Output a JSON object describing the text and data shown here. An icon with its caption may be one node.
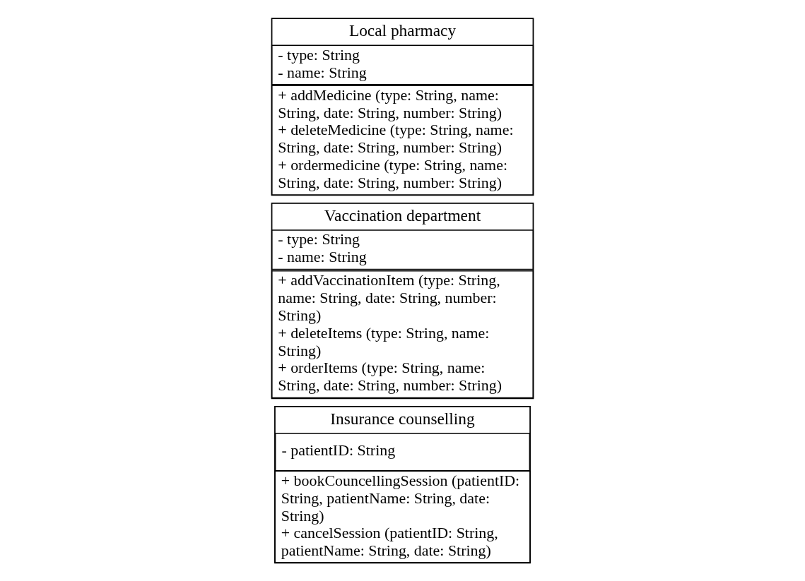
{
  "diagram": {
    "nodes": [
      {
        "text": [
          "Insurance counselling"
        ]
      },
      {
        "text": [
          "- patientID: String"
        ],
        "in": 0
      },
      {
        "text": [
          "+ bookCouncellingSession (patientID: String, patientName: String, date: String)",
          "+ cancelSession (patientID: String, patientName: String, date: String)"
        ],
        "in": 0
      },
      {
        "text": [
          "Vaccination department"
        ]
      },
      {
        "text": [
          "- type: String",
          "- name: String"
        ],
        "in": 3
      },
      {
        "text": [
          "+ addVaccinationItem (type: String, name: String, date: String, number: String)",
          "+ deleteItems (type: String, name: String)",
          "+ orderItems (type: String, name: String, date: String, number: String)"
        ],
        "in": 3
      },
      {
        "text": [
          "Local pharmacy"
        ]
      },
      {
        "text": [
          "- type: String",
          "- name: String"
        ],
        "in": 6
      },
      {
        "text": [
          "+ addMedicine (type: String, name: String, date: String, number: String)",
          "+ deleteMedicine (type: String, name: String, date: String, number: String)",
          "+ ordermedicine (type: String, name: String, date: String, number: String)"
        ],
        "in": 6
      }
    ],
    "edges": []
  }
}
